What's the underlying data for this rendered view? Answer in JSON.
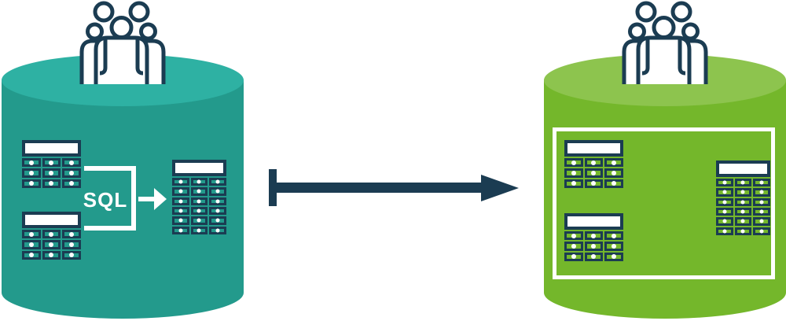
{
  "diagram": {
    "sql_label": "SQL",
    "colors": {
      "teal_top": "#2eb1a3",
      "teal_body": "#239a8c",
      "green_top": "#8dc44e",
      "green_body": "#74b72b",
      "navy": "#1b3c52",
      "white": "#ffffff"
    },
    "icons": {
      "left_users": "people-group-icon",
      "right_users": "people-group-icon",
      "flow_arrow": "sql-arrow-icon",
      "migration_arrow": "right-arrow-icon"
    },
    "left_database": {
      "tables": {
        "small_1": {
          "rows": 3,
          "cols": 3
        },
        "small_2": {
          "rows": 3,
          "cols": 3
        },
        "large": {
          "rows": 6,
          "cols": 3
        }
      }
    },
    "right_database": {
      "tables": {
        "small_1": {
          "rows": 3,
          "cols": 3
        },
        "small_2": {
          "rows": 3,
          "cols": 3
        },
        "large": {
          "rows": 6,
          "cols": 3
        }
      }
    }
  }
}
